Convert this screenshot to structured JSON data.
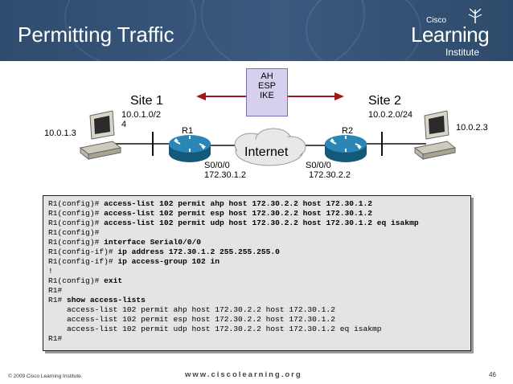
{
  "slide": {
    "title": "Permitting Traffic",
    "page_number": "46"
  },
  "logo": {
    "brand": "Cisco",
    "word": "Learning",
    "sub": "Institute"
  },
  "diagram": {
    "tunnel": [
      "AH",
      "ESP",
      "IKE"
    ],
    "site1": {
      "name": "Site 1",
      "network_line1": "10.0.1.0/2",
      "network_line2": "4",
      "host": "10.0.1.3"
    },
    "site2": {
      "name": "Site 2",
      "network": "10.0.2.0/24",
      "host": "10.0.2.3"
    },
    "r1": {
      "name": "R1",
      "interface": "S0/0/0",
      "ip": "172.30.1.2"
    },
    "r2": {
      "name": "R2",
      "interface": "S0/0/0",
      "ip": "172.30.2.2"
    },
    "cloud": "Internet"
  },
  "cli": {
    "lines": [
      {
        "prompt": "R1(config)# ",
        "cmd": "access-list 102 permit ahp host 172.30.2.2 host 172.30.1.2"
      },
      {
        "prompt": "R1(config)# ",
        "cmd": "access-list 102 permit esp host 172.30.2.2 host 172.30.1.2"
      },
      {
        "prompt": "R1(config)# ",
        "cmd": "access-list 102 permit udp host 172.30.2.2 host 172.30.1.2 eq isakmp"
      },
      {
        "prompt": "R1(config)#",
        "cmd": ""
      },
      {
        "prompt": "R1(config)# ",
        "cmd": "interface Serial0/0/0"
      },
      {
        "prompt": "R1(config-if)# ",
        "cmd": "ip address 172.30.1.2 255.255.255.0"
      },
      {
        "prompt": "R1(config-if)# ",
        "cmd": "ip access-group 102 in"
      },
      {
        "prompt": "!",
        "cmd": ""
      },
      {
        "prompt": "R1(config)# ",
        "cmd": "exit"
      },
      {
        "prompt": "R1#",
        "cmd": ""
      },
      {
        "prompt": "R1# ",
        "cmd": "show access-lists"
      },
      {
        "prompt": "    access-list 102 permit ahp host 172.30.2.2 host 172.30.1.2",
        "cmd": ""
      },
      {
        "prompt": "    access-list 102 permit esp host 172.30.2.2 host 172.30.1.2",
        "cmd": ""
      },
      {
        "prompt": "    access-list 102 permit udp host 172.30.2.2 host 172.30.1.2 eq isakmp",
        "cmd": ""
      },
      {
        "prompt": "R1#",
        "cmd": ""
      }
    ]
  },
  "footer": {
    "copyright": "© 2009 Cisco Learning Institute.",
    "website": "www.ciscolearning.org"
  },
  "colors": {
    "header": "#2f4c6e",
    "tunnel_fill": "#d6d0ee",
    "arrow": "#a01818",
    "router": "#1f6e96",
    "cli_bg": "#e4e4e4"
  }
}
